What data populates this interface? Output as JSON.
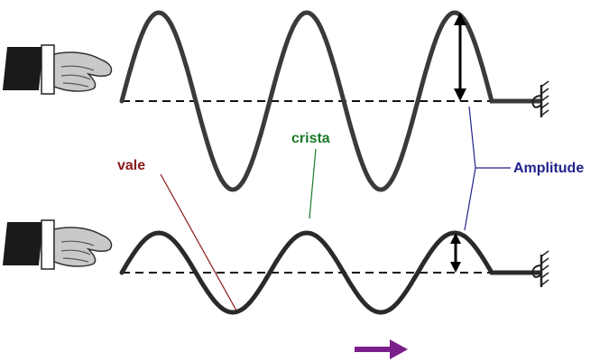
{
  "labels": {
    "vale": "vale",
    "crista": "crista",
    "amplitude": "Amplitude"
  },
  "colors": {
    "vale_label": "#8b1a1a",
    "crista_label": "#1a7a2a",
    "amplitude_label": "#22228c",
    "direction_arrow": "#7a1f8c",
    "rope": "#3a3a3a",
    "sleeve": "#1a1a1a"
  },
  "icons": {
    "hand": "hand-icon",
    "wall_mount": "wall-mount-icon",
    "direction_arrow": "arrow-right-icon"
  }
}
